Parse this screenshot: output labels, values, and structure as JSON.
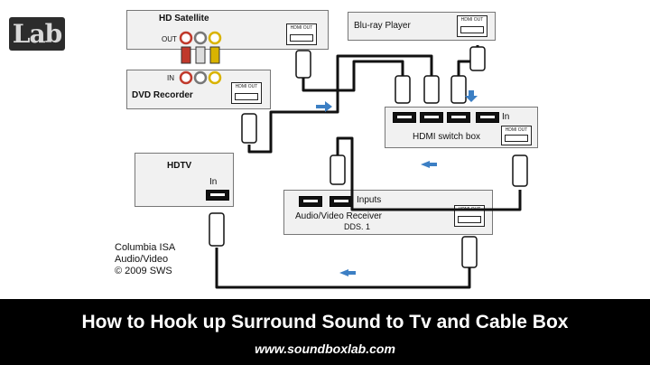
{
  "logo": {
    "text": "Lab"
  },
  "devices": {
    "satellite": {
      "name": "HD Satellite",
      "out_label": "OUT",
      "hdmi_port": "HDMI OUT"
    },
    "dvd": {
      "name": "DVD Recorder",
      "in_label": "IN",
      "hdmi_port": "HDMI OUT"
    },
    "bluray": {
      "name": "Blu-ray Player",
      "hdmi_port": "HDMI OUT"
    },
    "switch": {
      "name": "HDMI switch box",
      "in_label": "In",
      "hdmi_port": "HDMI OUT"
    },
    "hdtv": {
      "name": "HDTV",
      "in_label": "In"
    },
    "receiver": {
      "name": "Audio/Video Receiver",
      "model": "DDS. 1",
      "inputs_label": "Inputs",
      "hdmi_port": "HDMI OUT"
    }
  },
  "credit": {
    "line1": "Columbia  ISA",
    "line2": "Audio/Video",
    "line3": "© 2009 SWS"
  },
  "caption": {
    "title": "How to Hook up Surround Sound to Tv and Cable Box",
    "url": "www.soundboxlab.com"
  },
  "colors": {
    "cable": "#111111",
    "arrow": "#3c7fc4",
    "rca_red": "#c0392b",
    "rca_yellow": "#d9b300",
    "box_fill": "#f1f1f1"
  },
  "icons": [
    "hdmi-connector-icon",
    "rca-connector-icon",
    "signal-arrow-icon"
  ]
}
